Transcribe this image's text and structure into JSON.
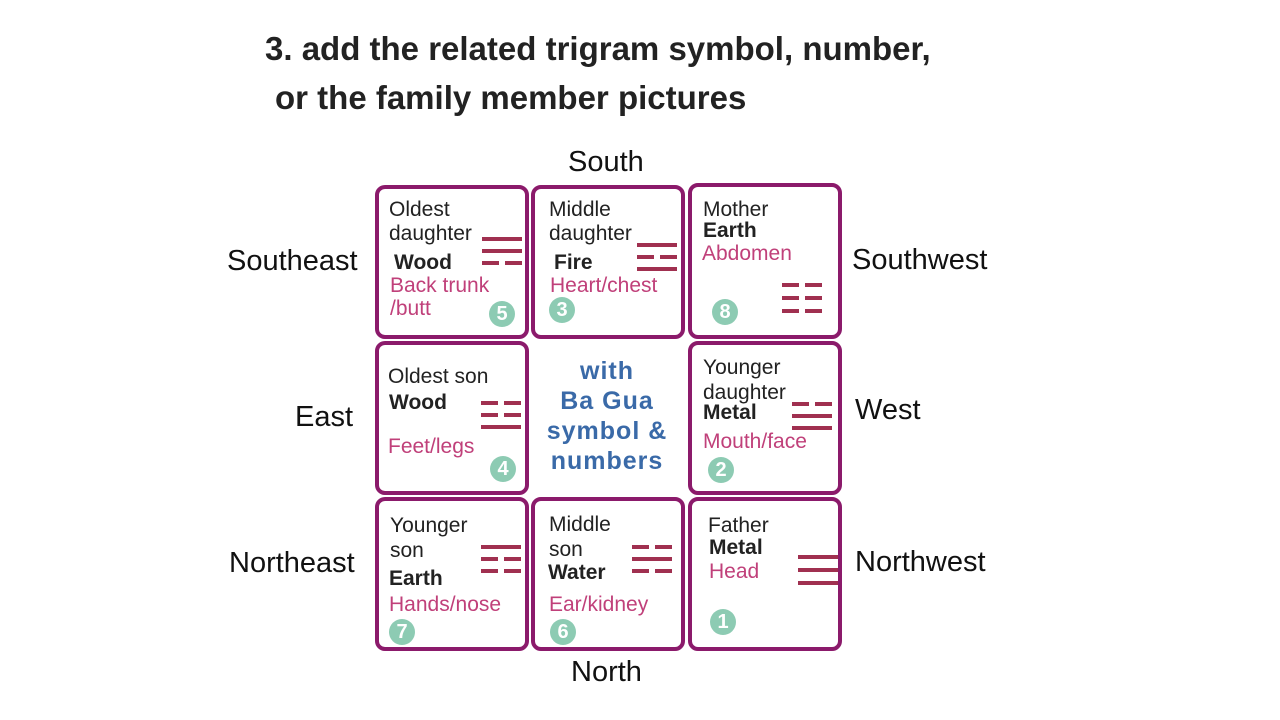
{
  "title": {
    "line1": "3. add the related trigram symbol, number,",
    "line2": "or the family member pictures"
  },
  "directions": {
    "south": "South",
    "north": "North",
    "east": "East",
    "west": "West",
    "southeast": "Southeast",
    "southwest": "Southwest",
    "northeast": "Northeast",
    "northwest": "Northwest"
  },
  "center": {
    "line1": "with",
    "line2": "Ba Gua",
    "line3": "symbol &",
    "line4": "numbers"
  },
  "colors": {
    "border": "#8b1a6b",
    "body_part": "#c0407a",
    "trigram": "#a03050",
    "number_badge": "#8dcbb3",
    "center_text": "#3a6aa8"
  },
  "cells": {
    "se": {
      "member1": "Oldest",
      "member2": "daughter",
      "element": "Wood",
      "body1": "Back trunk",
      "body2": "/butt",
      "number": "5",
      "trigram": "wind",
      "lines": [
        "solid",
        "solid",
        "broken"
      ]
    },
    "s": {
      "member1": "Middle",
      "member2": "daughter",
      "element": "Fire",
      "body1": "Heart/chest",
      "number": "3",
      "trigram": "fire",
      "lines": [
        "solid",
        "broken",
        "solid"
      ]
    },
    "sw": {
      "member1": "Mother",
      "element": "Earth",
      "body1": "Abdomen",
      "number": "8",
      "trigram": "earth",
      "lines": [
        "broken",
        "broken",
        "broken"
      ]
    },
    "e": {
      "member1": "Oldest son",
      "element": "Wood",
      "body1": "Feet/legs",
      "number": "4",
      "trigram": "thunder",
      "lines": [
        "broken",
        "broken",
        "solid"
      ]
    },
    "w": {
      "member1": "Younger",
      "member2": "daughter",
      "element": "Metal",
      "body1": "Mouth/face",
      "number": "2",
      "trigram": "lake",
      "lines": [
        "broken",
        "solid",
        "solid"
      ]
    },
    "ne": {
      "member1": "Younger",
      "member2": "son",
      "element": "Earth",
      "body1": "Hands/nose",
      "number": "7",
      "trigram": "mountain",
      "lines": [
        "solid",
        "broken",
        "broken"
      ]
    },
    "n": {
      "member1": "Middle",
      "member2": "son",
      "element": "Water",
      "body1": "Ear/kidney",
      "number": "6",
      "trigram": "water",
      "lines": [
        "broken",
        "solid",
        "broken"
      ]
    },
    "nw": {
      "member1": "Father",
      "element": "Metal",
      "body1": "Head",
      "number": "1",
      "trigram": "heaven",
      "lines": [
        "solid",
        "solid",
        "solid"
      ]
    }
  }
}
